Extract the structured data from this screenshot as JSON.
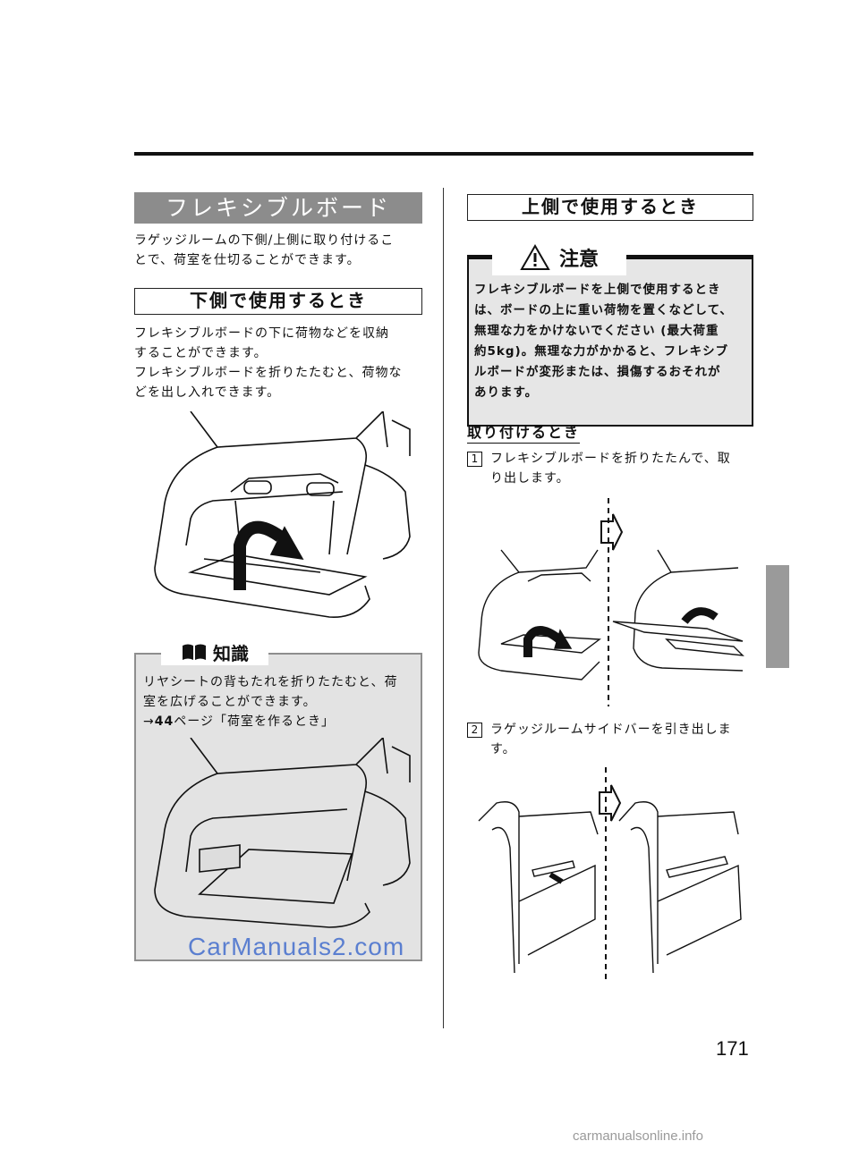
{
  "left": {
    "title": "フレキシブルボード",
    "intro": [
      "ラゲッジルームの下側/上側に取り付けるこ",
      "とで、荷室を仕切ることができます。"
    ],
    "lower_heading": "下側で使用するとき",
    "lower_text": [
      "フレキシブルボードの下に荷物などを収納",
      "することができます。",
      "フレキシブルボードを折りたたむと、荷物な",
      "どを出し入れできます。"
    ],
    "note": {
      "label": "知識",
      "text": [
        "リヤシートの背もたれを折りたたむと、荷",
        "室を広げることができます。"
      ],
      "ref_arrow": "→",
      "ref_page": "44",
      "ref_text": "ページ「荷室を作るとき」"
    }
  },
  "right": {
    "upper_heading": "上側で使用するとき",
    "caution": {
      "label": "注意",
      "text": [
        "フレキシブルボードを上側で使用するとき",
        "は、ボードの上に重い荷物を置くなどして、",
        "無理な力をかけないでください (最大荷重",
        "約5kg)。無理な力がかかると、フレキシブ",
        "ルボードが変形または、損傷するおそれが",
        "あります。"
      ]
    },
    "install_heading": "取り付けるとき",
    "steps": [
      {
        "num": "1",
        "lines": [
          "フレキシブルボードを折りたたんで、取",
          "り出します。"
        ]
      },
      {
        "num": "2",
        "lines": [
          "ラゲッジルームサイドバーを引き出しま",
          "す。"
        ]
      }
    ]
  },
  "page_number": "171",
  "watermark": "CarManuals2.com",
  "footer_watermark": "carmanualsonline.info",
  "icons": {
    "note": "book-icon",
    "caution": "warning-triangle-icon",
    "next_step": "right-arrow-outline-icon"
  },
  "colors": {
    "title_band": "#8c8c8c",
    "note_bg": "#e3e3e3",
    "caution_bg": "#e6e6e6",
    "side_tab": "#9a9a9a",
    "watermark": "#5b7fd0"
  }
}
